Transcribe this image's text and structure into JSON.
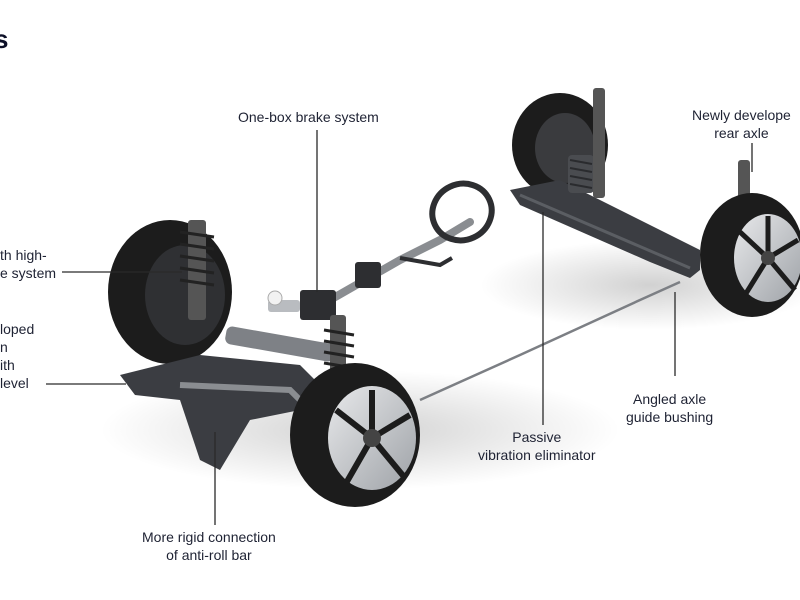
{
  "page": {
    "title_fragment": "s"
  },
  "labels": {
    "one_box_brake": [
      "One-box brake system"
    ],
    "rear_axle": [
      "Newly develope",
      "rear axle"
    ],
    "high_system": [
      "th high-",
      "e system"
    ],
    "developed": [
      "loped",
      "n",
      "ith",
      "level"
    ],
    "vibration": [
      "Passive",
      "vibration eliminator"
    ],
    "guide_bushing": [
      "Angled axle",
      "guide bushing"
    ],
    "anti_roll": [
      "More rigid connection",
      "of anti-roll bar"
    ]
  },
  "colors": {
    "text": "#1e2233",
    "leader_line": "#2a2a2a",
    "tire": "#1c1c1c",
    "metal": "#8a8d91",
    "subframe": "#3b3d42"
  }
}
